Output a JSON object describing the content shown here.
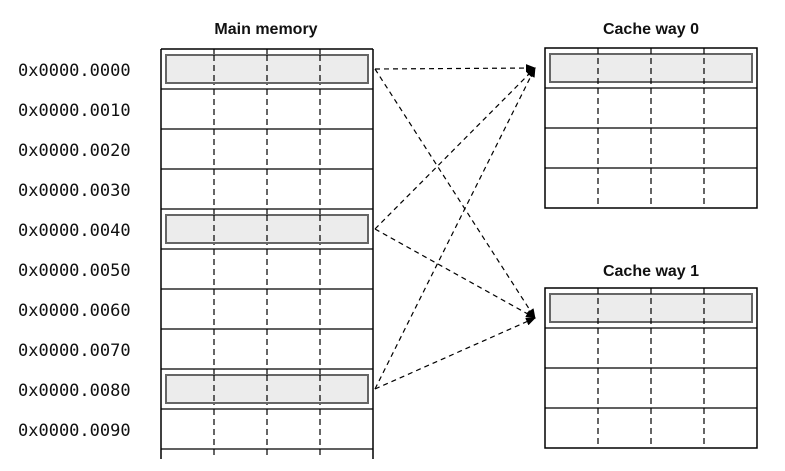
{
  "main_memory": {
    "title": "Main memory",
    "addresses": [
      "0x0000.0000",
      "0x0000.0010",
      "0x0000.0020",
      "0x0000.0030",
      "0x0000.0040",
      "0x0000.0050",
      "0x0000.0060",
      "0x0000.0070",
      "0x0000.0080",
      "0x0000.0090"
    ],
    "highlighted_rows": [
      0,
      4,
      8
    ]
  },
  "cache_way_0": {
    "title": "Cache way 0",
    "highlighted_row": 0
  },
  "cache_way_1": {
    "title": "Cache way 1",
    "highlighted_row": 0
  },
  "mappings": [
    {
      "from_row": 0,
      "to": "cache_way_0"
    },
    {
      "from_row": 0,
      "to": "cache_way_1"
    },
    {
      "from_row": 4,
      "to": "cache_way_0"
    },
    {
      "from_row": 4,
      "to": "cache_way_1"
    },
    {
      "from_row": 8,
      "to": "cache_way_0"
    },
    {
      "from_row": 8,
      "to": "cache_way_1"
    }
  ],
  "colors": {
    "highlight_fill": "#ececec",
    "highlight_border": "#666666",
    "line": "#000000"
  }
}
